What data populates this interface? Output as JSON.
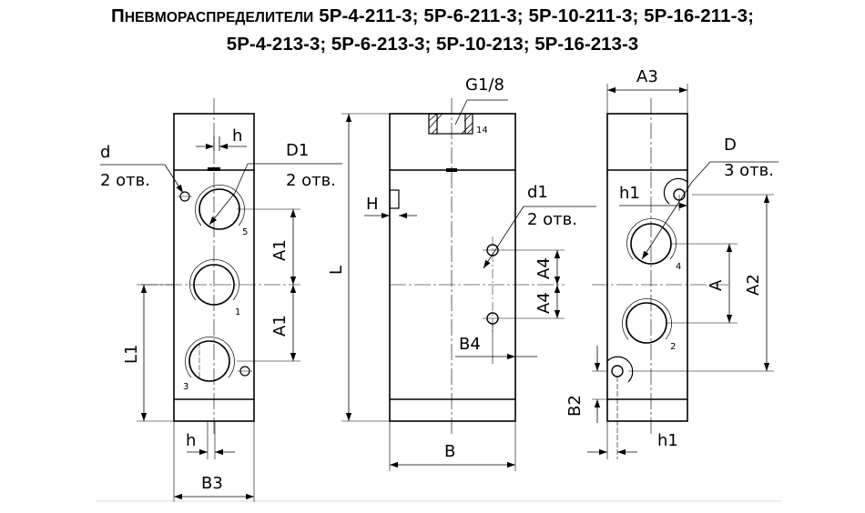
{
  "title": {
    "line1_caps": "П",
    "line1_smallcaps": "НЕВМОРАСПРЕДЕЛИТЕЛИ",
    "line1_rest": " 5Р-4-211-3; 5Р-6-211-3; 5Р-10-211-3; 5Р-16-211-3;",
    "line2": "5Р-4-213-3; 5Р-6-213-3; 5Р-10-213; 5Р-16-213-3"
  },
  "front_view": {
    "label_d": "d",
    "label_d_holes": "2 отв.",
    "label_h_top": "h",
    "label_D1": "D1",
    "label_D1_holes": "2 отв.",
    "label_A1_upper": "A1",
    "label_A1_lower": "A1",
    "label_L1": "L1",
    "label_h_bottom": "h",
    "label_B3": "B3",
    "port_5": "5",
    "port_1": "1",
    "port_3": "3"
  },
  "side_view": {
    "label_G": "G1/8",
    "port_14": "14",
    "label_H": "H",
    "label_L": "L",
    "label_d1": "d1",
    "label_d1_holes": "2 отв.",
    "label_A4_upper": "A4",
    "label_A4_lower": "A4",
    "label_B4": "B4",
    "label_B": "B"
  },
  "right_view": {
    "label_A3": "A3",
    "label_D": "D",
    "label_D_holes": "3 отв.",
    "label_h1_top": "h1",
    "label_A": "A",
    "label_A2": "A2",
    "label_B2": "B2",
    "label_h1_bottom": "h1",
    "port_4": "4",
    "port_2": "2"
  }
}
